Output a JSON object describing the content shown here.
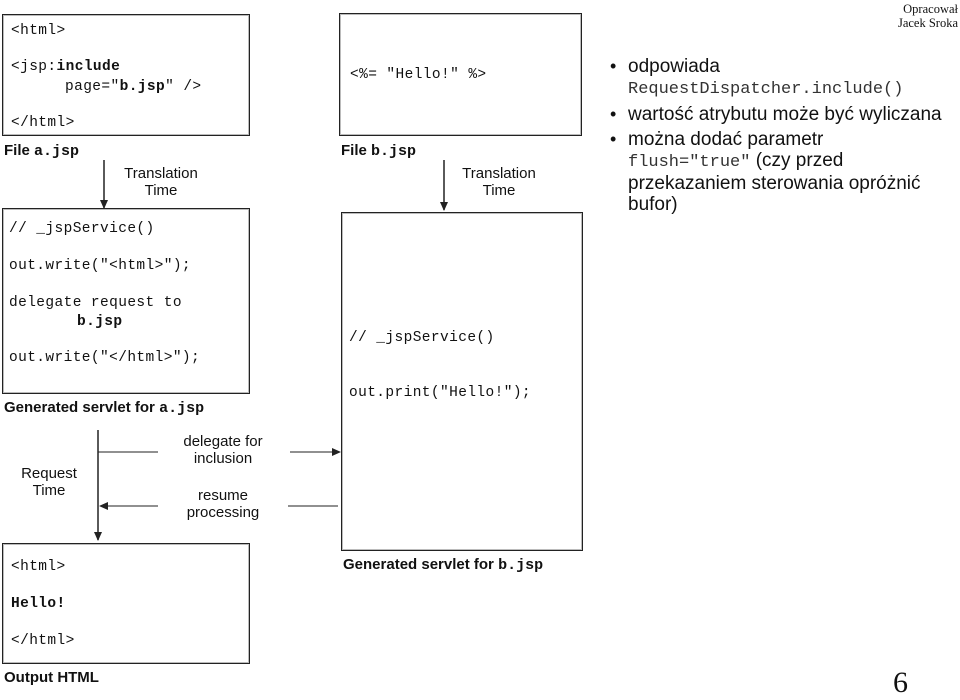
{
  "author": {
    "line1": "Opracował",
    "line2": "Jacek Sroka"
  },
  "page_number": "6",
  "file_a": {
    "lines": [
      "<html>",
      "<jsp:",
      "include",
      "page=\"",
      "b.jsp",
      "\" />",
      "</html>"
    ],
    "caption_prefix": "File ",
    "caption_file": "a.jsp"
  },
  "file_b": {
    "line": "<%= \"Hello!\" %>",
    "caption_prefix": "File ",
    "caption_file": "b.jsp"
  },
  "translation_label_a": {
    "line1": "Translation",
    "line2": "Time"
  },
  "translation_label_b": {
    "line1": "Translation",
    "line2": "Time"
  },
  "servlet_a": {
    "line1": "// _jspService()",
    "line2": "out.write(\"<html>\");",
    "line3": "delegate request to",
    "line4": "b.jsp",
    "line5": "out.write(\"</html>\");",
    "caption_prefix": "Generated servlet for ",
    "caption_file": "a.jsp"
  },
  "servlet_b": {
    "line1": "// _jspService()",
    "line2": "out.print(\"Hello!\");",
    "caption_prefix": "Generated servlet for ",
    "caption_file": "b.jsp"
  },
  "request_time": {
    "line1": "Request",
    "line2": "Time"
  },
  "delegate_label": {
    "line1": "delegate for",
    "line2": "inclusion"
  },
  "resume_label": {
    "line1": "resume",
    "line2": "processing"
  },
  "output_html": {
    "line1": "<html>",
    "line2": "Hello!",
    "line3": "</html>",
    "caption": "Output HTML"
  },
  "bullets": [
    {
      "text": "odpowiada",
      "mono": "RequestDispatcher.include()"
    },
    {
      "text": "wartość atrybutu może być wyliczana"
    },
    {
      "text": "można dodać parametr",
      "mono": "flush=\"true\"",
      "tail": " (czy przed przekazaniem sterowania opróżnić bufor)"
    }
  ]
}
